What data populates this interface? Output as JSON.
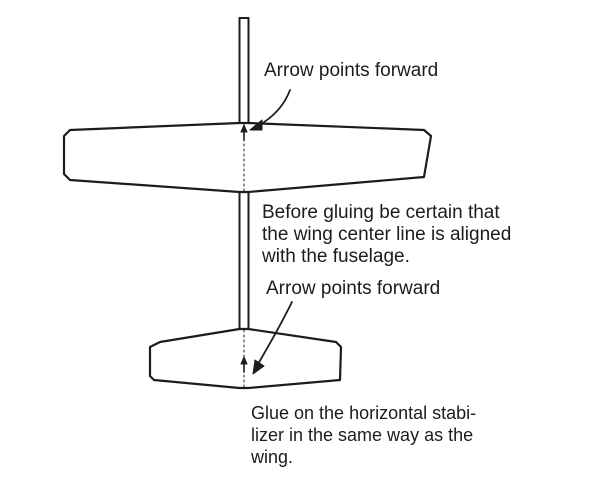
{
  "diagram": {
    "wing_arrow_label": "Arrow points forward",
    "wing_instruction": "Before gluing be certain that\nthe wing center line is aligned\nwith the fuselage.",
    "stabilizer_arrow_label": "Arrow points forward",
    "stabilizer_instruction": "Glue on the horizontal stabi-\nlizer in the same way as the\nwing."
  },
  "colors": {
    "ink": "#1c1c1c",
    "paper": "#ffffff"
  }
}
